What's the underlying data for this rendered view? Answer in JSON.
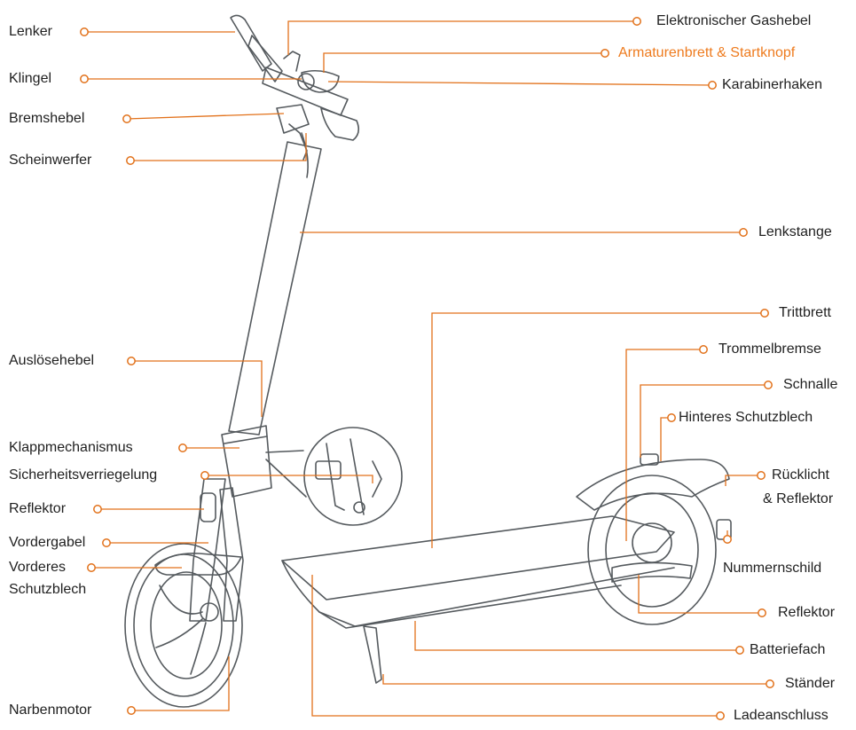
{
  "colors": {
    "accent": "#ee7b1e",
    "line": "#e2711a",
    "ink": "#555a5e",
    "text": "#1f1f1f"
  },
  "labels": {
    "lenker": "Lenker",
    "klingel": "Klingel",
    "bremshebel": "Bremshebel",
    "scheinwerfer": "Scheinwerfer",
    "ausloesehebel": "Auslösehebel",
    "klappmechanismus": "Klappmechanismus",
    "sicherheitsverriegelung": "Sicherheitsverriegelung",
    "reflektor_front": "Reflektor",
    "vordergabel": "Vordergabel",
    "vorderes_schutzblech_1": "Vorderes",
    "vorderes_schutzblech_2": "Schutzblech",
    "narbenmotor": "Narbenmotor",
    "gashebel": "Elektronischer Gashebel",
    "armaturenbrett": "Armaturenbrett & Startknopf",
    "karabinerhaken": "Karabinerhaken",
    "lenkstange": "Lenkstange",
    "trittbrett": "Trittbrett",
    "trommelbremse": "Trommelbremse",
    "schnalle": "Schnalle",
    "hinteres_schutzblech": "Hinteres Schutzblech",
    "ruecklicht_1": "Rücklicht",
    "ruecklicht_2": "& Reflektor",
    "nummernschild": "Nummernschild",
    "reflektor_rear": "Reflektor",
    "batteriefach": "Batteriefach",
    "staender": "Ständer",
    "ladeanschluss": "Ladeanschluss"
  }
}
